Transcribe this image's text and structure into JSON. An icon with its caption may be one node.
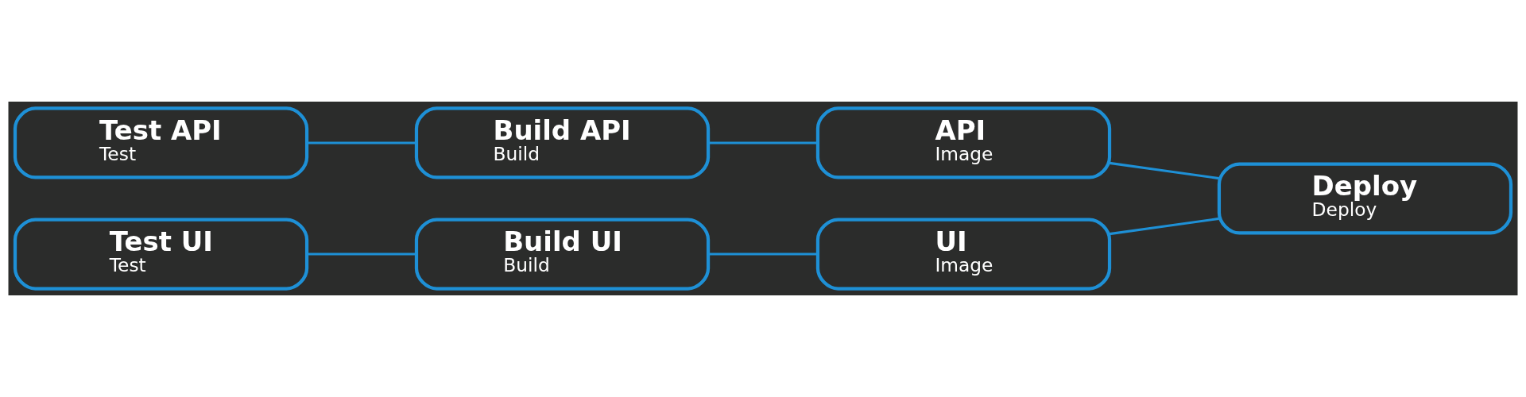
{
  "diagram": {
    "nodes": [
      {
        "text": [
          "Test API",
          "Test"
        ]
      },
      {
        "text": [
          "Build API",
          "Build"
        ]
      },
      {
        "text": [
          "API",
          "Image"
        ]
      },
      {
        "text": [
          "Deploy",
          "Deploy"
        ]
      },
      {
        "text": [
          "Test UI",
          "Test"
        ]
      },
      {
        "text": [
          "Build UI",
          "Build"
        ]
      },
      {
        "text": [
          "UI",
          "Image"
        ]
      }
    ],
    "edges": [
      {
        "from": 0,
        "to": 1,
        "arrow": "none"
      },
      {
        "from": 1,
        "to": 2,
        "arrow": "none"
      },
      {
        "from": 2,
        "to": 3,
        "arrow": "none"
      },
      {
        "from": 4,
        "to": 5,
        "arrow": "none"
      },
      {
        "from": 5,
        "to": 6,
        "arrow": "none"
      },
      {
        "from": 6,
        "to": 3,
        "arrow": "none"
      }
    ]
  }
}
